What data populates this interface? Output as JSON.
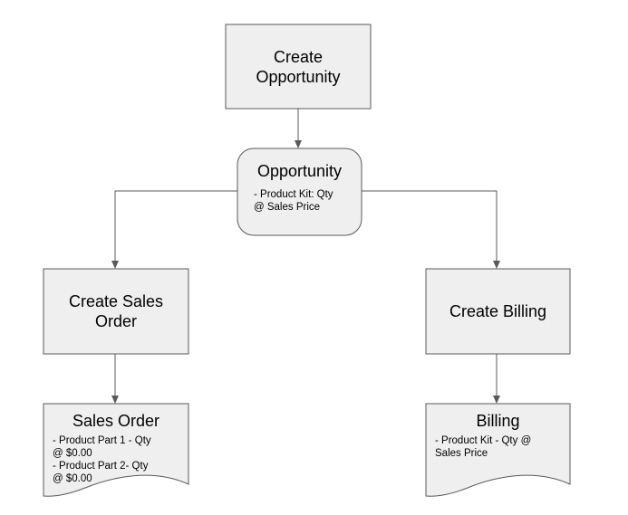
{
  "diagram": {
    "nodes": {
      "create_opportunity": {
        "title": "Create\nOpportunity"
      },
      "opportunity": {
        "title": "Opportunity",
        "detail": "- Product Kit: Qty\n@ Sales Price"
      },
      "create_sales_order": {
        "title": "Create Sales\nOrder"
      },
      "create_billing": {
        "title": "Create Billing"
      },
      "sales_order": {
        "title": "Sales Order",
        "detail": "- Product Part 1 - Qty\n@ $0.00\n- Product Part 2- Qty\n@ $0.00"
      },
      "billing": {
        "title": "Billing",
        "detail": "- Product Kit - Qty @\nSales Price"
      }
    },
    "edges": [
      {
        "from": "create_opportunity",
        "to": "opportunity"
      },
      {
        "from": "opportunity",
        "to": "create_sales_order"
      },
      {
        "from": "opportunity",
        "to": "create_billing"
      },
      {
        "from": "create_sales_order",
        "to": "sales_order"
      },
      {
        "from": "create_billing",
        "to": "billing"
      }
    ]
  }
}
